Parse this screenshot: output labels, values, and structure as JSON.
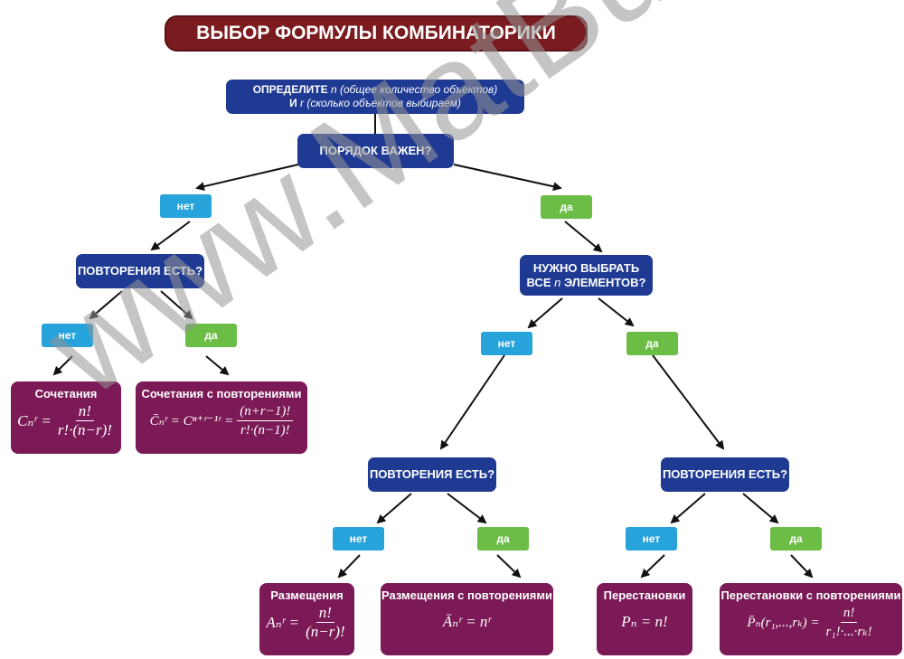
{
  "title": "ВЫБОР ФОРМУЛЫ КОМБИНАТОРИКИ",
  "start": {
    "line1_pre": "ОПРЕДЕЛИТЕ ",
    "line1_var": "n",
    "line1_post": " (общее количество объектов)",
    "line2_pre": "И ",
    "line2_var": "r",
    "line2_post": " (сколько объектов выбираем)"
  },
  "order_q": "ПОРЯДОК ВАЖЕН?",
  "no": "нет",
  "yes": "да",
  "rep_q": "ПОВТОРЕНИЯ ЕСТЬ?",
  "all_q": {
    "line1": "НУЖНО ВЫБРАТЬ",
    "line2_pre": "ВСЕ ",
    "line2_var": "n",
    "line2_post": " ЭЛЕМЕНТОВ?"
  },
  "results": {
    "comb": "Сочетания",
    "comb_rep": "Сочетания с повторениями",
    "arr": "Размещения",
    "arr_rep": "Размещения с повторениями",
    "perm": "Перестановки",
    "perm_rep": "Перестановки с повторениями"
  },
  "formulas": {
    "comb_lhs": "Cₙʳ =",
    "comb_num": "n!",
    "comb_den": "r!·(n−r)!",
    "comb_rep_lhs": "C̄ₙʳ = Cⁿ⁺ʳ⁻¹ʳ =",
    "comb_rep_num": "(n+r−1)!",
    "comb_rep_den": "r!·(n−1)!",
    "arr_lhs": "Aₙʳ =",
    "arr_num": "n!",
    "arr_den": "(n−r)!",
    "arr_rep": "Āₙʳ = nʳ",
    "perm": "Pₙ = n!",
    "perm_rep_lhs": "P̄ₙ(r₁,...,rₖ) =",
    "perm_rep_num": "n!",
    "perm_rep_den": "r₁!·...·rₖ!"
  },
  "watermark": "www.MatBuro.ru",
  "colors": {
    "title": "#7a1c1f",
    "question": "#1f3a93",
    "no": "#27a3dc",
    "yes": "#6cbd45",
    "result": "#7b1a56"
  }
}
